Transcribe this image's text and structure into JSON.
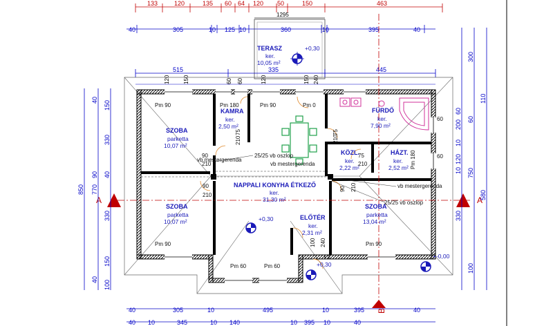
{
  "dims_top_red": [
    "133",
    "120",
    "135",
    "60",
    "64",
    "120",
    "50",
    "150",
    "463"
  ],
  "dim_top_total": "1295",
  "dims_row2": [
    "40",
    "305",
    "10",
    "125",
    "10",
    "360",
    "10",
    "395",
    "40"
  ],
  "dims_row3": [
    "515",
    "335",
    "445"
  ],
  "dims_opening_top": [
    "120",
    "150",
    "60",
    "60",
    "120",
    "150",
    "240"
  ],
  "dims_bottom1": [
    "40",
    "305",
    "10",
    "495",
    "10",
    "395",
    "40"
  ],
  "dims_bottom2": [
    "40",
    "10",
    "345",
    "10",
    "140",
    "10",
    "395",
    "10",
    "40"
  ],
  "dims_left": [
    "40",
    "150",
    "330",
    "90",
    "40",
    "330",
    "150",
    "40",
    "100"
  ],
  "dims_left_total": [
    "850",
    "770"
  ],
  "dims_right": [
    "300",
    "60",
    "110",
    "200",
    "60",
    "10",
    "120",
    "10",
    "750",
    "580",
    "330",
    "100"
  ],
  "rooms": {
    "terasz": {
      "name": "TERASZ",
      "floor": "ker.",
      "area": "10,05 m²",
      "level": "+0,30"
    },
    "kamra": {
      "name": "KAMRA",
      "floor": "ker.",
      "area": "2,50 m²"
    },
    "furdo": {
      "name": "FÜRDŐ",
      "floor": "ker.",
      "area": "7,90 m²"
    },
    "szoba1": {
      "name": "SZOBA",
      "floor": "parketta",
      "area": "10,07 m²"
    },
    "kozl": {
      "name": "KÖZL.",
      "floor": "ker.",
      "area": "2,22 m²"
    },
    "hazt": {
      "name": "HÁZT.",
      "floor": "ker.",
      "area": "2,52 m²"
    },
    "nappali": {
      "name": "NAPPALI KONYHA ÉTKEZŐ",
      "floor": "ker.",
      "area": "31,30 m²",
      "level": "+0,30"
    },
    "szoba2": {
      "name": "SZOBA",
      "floor": "parketta",
      "area": "10,07 m²"
    },
    "szoba3": {
      "name": "SZOBA",
      "floor": "parketta",
      "area": "13,04 m²"
    },
    "eloter": {
      "name": "ELŐTÉR",
      "floor": "ker.",
      "area": "2,31 m²",
      "level": "+0,30"
    }
  },
  "annotations": {
    "oszlop1": "25/25 vb oszlop",
    "oszlop2": "25/25 vb oszlop",
    "gerenda1": "vb mestergerenda",
    "gerenda2": "vb mestergerenda",
    "gerenda3": "vb mestergerenda",
    "ground_level": "+-0,00"
  },
  "openings": {
    "pm90": "Pm 90",
    "pm180": "Pm 180",
    "pm0": "Pm 0",
    "pm60": "Pm 60",
    "door_90": "90",
    "door_75": "75",
    "door_210": "210",
    "door_100": "100",
    "door_240": "240",
    "hazt_pm180": "Pm 180"
  },
  "section_labels": {
    "a": "A",
    "b": "B"
  },
  "colors": {
    "red_dim": "#c00000",
    "blue_dim": "#0000c8",
    "room_text": "#1a1ab8",
    "wall": "#000000",
    "furniture": "#1fa04a"
  }
}
